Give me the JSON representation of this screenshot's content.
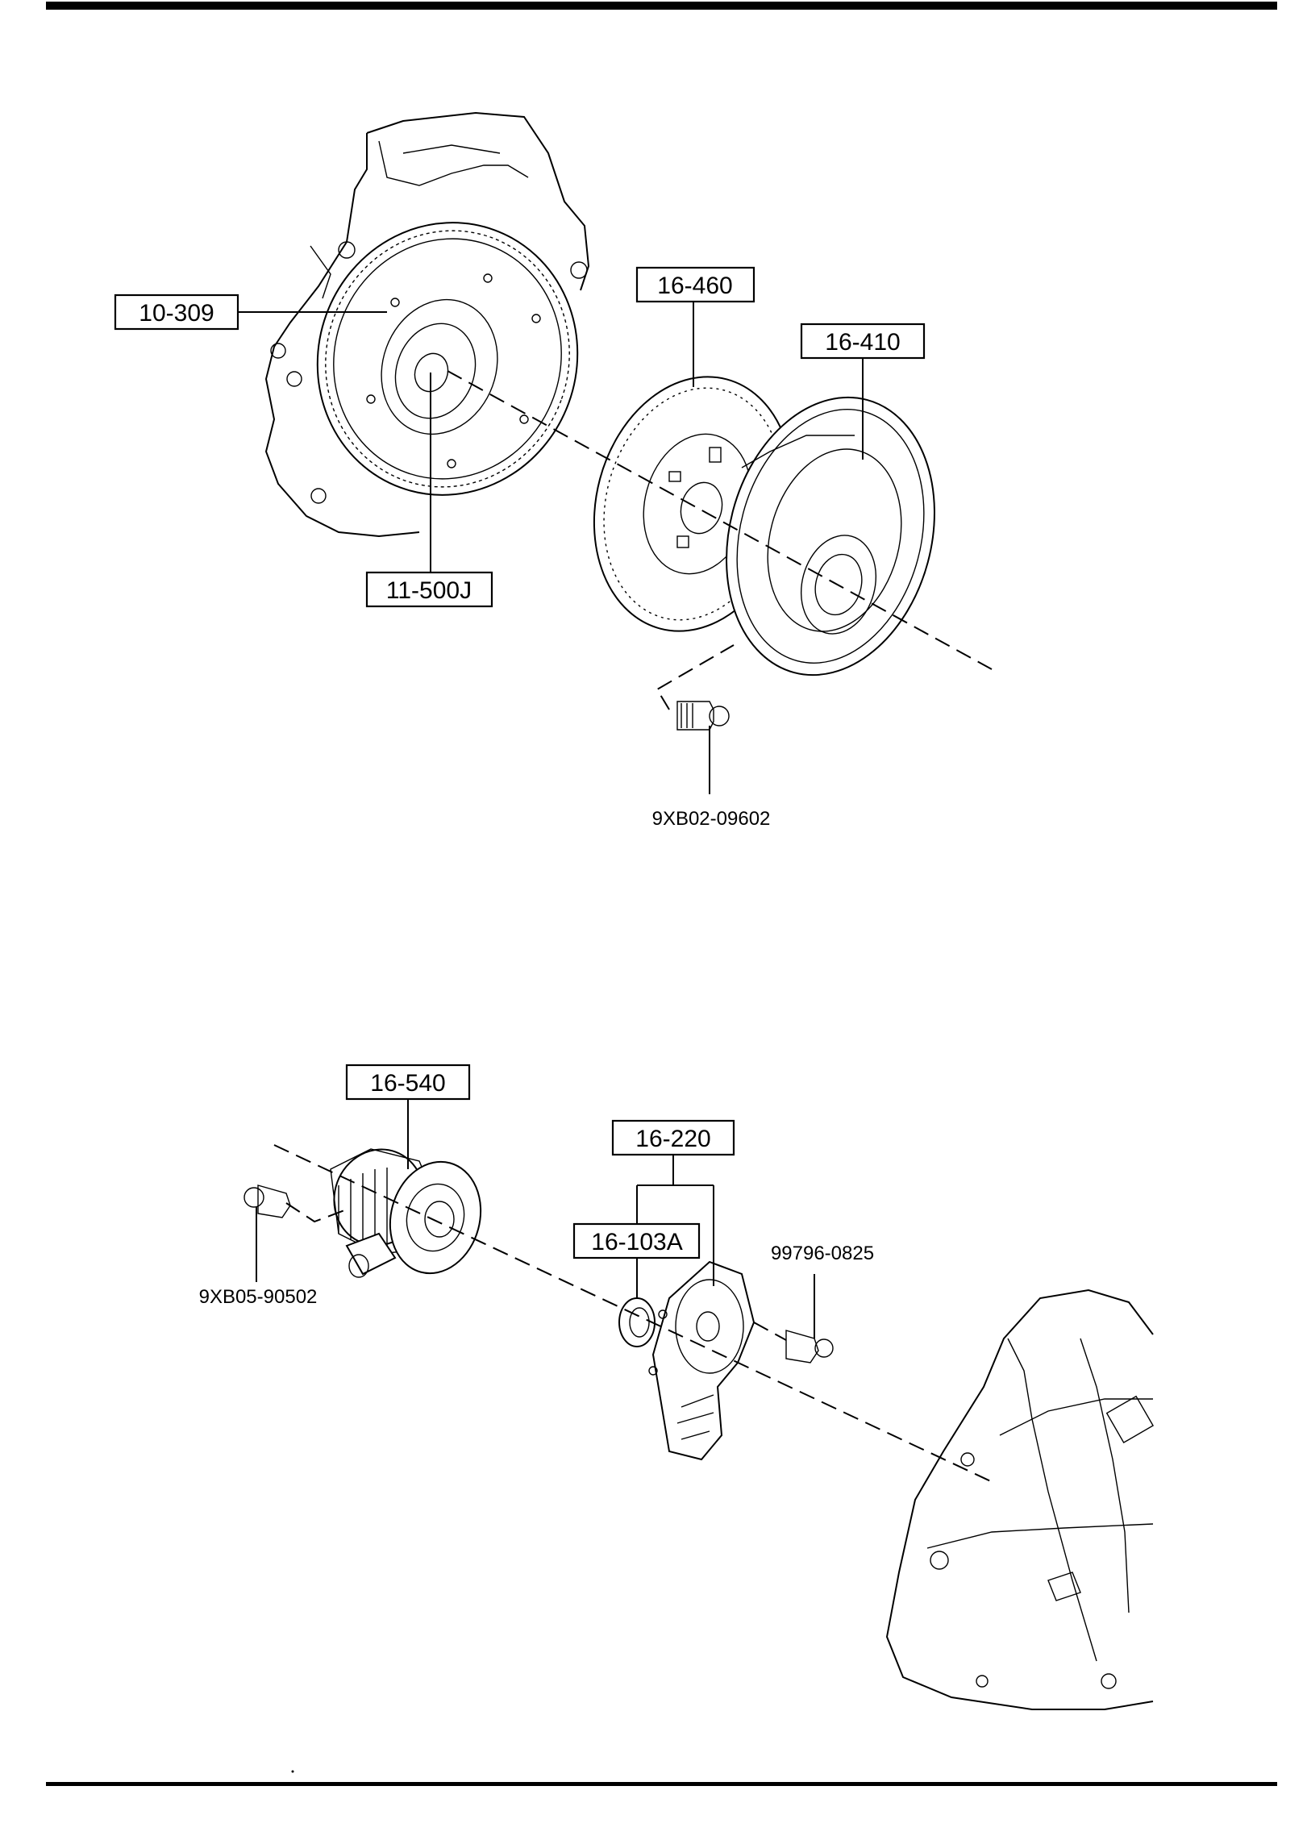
{
  "diagram": {
    "upper_assembly": {
      "callouts": [
        {
          "id": "flywheel",
          "text": "10-309",
          "boxed": true
        },
        {
          "id": "pilot-bearing",
          "text": "11-500J",
          "boxed": true
        },
        {
          "id": "clutch-disc",
          "text": "16-460",
          "boxed": true
        },
        {
          "id": "clutch-cover",
          "text": "16-410",
          "boxed": true
        },
        {
          "id": "cover-bolt",
          "text": "9XB02-09602",
          "boxed": false
        }
      ]
    },
    "lower_assembly": {
      "callouts": [
        {
          "id": "release-cylinder",
          "text": "16-540",
          "boxed": true
        },
        {
          "id": "slave-bolt",
          "text": "9XB05-90502",
          "boxed": false
        },
        {
          "id": "bracket-group",
          "text": "16-220",
          "boxed": true
        },
        {
          "id": "seal",
          "text": "16-103A",
          "boxed": true
        },
        {
          "id": "bracket-bolt",
          "text": "99796-0825",
          "boxed": false
        }
      ]
    }
  }
}
